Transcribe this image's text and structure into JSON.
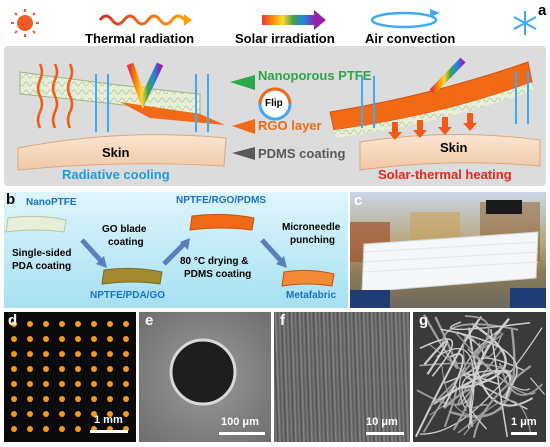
{
  "panel_a": {
    "label": "a",
    "legend": {
      "thermal_radiation": "Thermal radiation",
      "solar_irradiation": "Solar irradiation",
      "air_convection": "Air convection"
    },
    "layers": {
      "nanoporous_ptfe": "Nanoporous PTFE",
      "rgo_layer": "RGO layer",
      "pdms_coating": "PDMS coating"
    },
    "flip": "Flip",
    "skin_left": "Skin",
    "skin_right": "Skin",
    "mode_left": "Radiative cooling",
    "mode_right": "Solar-thermal heating",
    "colors": {
      "cool": "#1a9be0",
      "warm": "#e8251e",
      "green": "#2aa84a",
      "orange": "#f26a16",
      "gray": "#595959"
    }
  },
  "panel_b": {
    "label": "b",
    "nanoptfe": "NanoPTFE",
    "step1": [
      "Single-sided",
      "PDA coating"
    ],
    "step2": [
      "GO blade",
      "coating"
    ],
    "npdagO": "NPTFE/PDA/GO",
    "step3": [
      "80 °C drying &",
      "PDMS coating"
    ],
    "nrp": "NPTFE/RGO/PDMS",
    "step4": [
      "Microneedle",
      "punching"
    ],
    "metafabric": "Metafabric"
  },
  "panel_c": {
    "label": "c"
  },
  "panel_d": {
    "label": "d",
    "scale": "1 mm"
  },
  "panel_e": {
    "label": "e",
    "scale": "100 μm"
  },
  "panel_f": {
    "label": "f",
    "scale": "10 μm"
  },
  "panel_g": {
    "label": "g",
    "scale": "1 μm"
  }
}
